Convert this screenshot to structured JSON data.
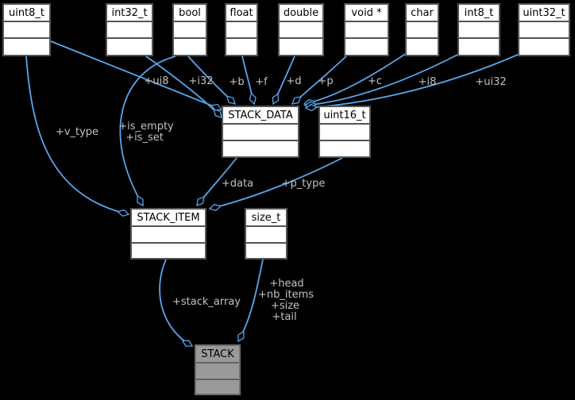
{
  "diagram": {
    "type": "uml-collaboration-graph",
    "background_color": "#000000",
    "edge_color": "#58a6ec",
    "edge_label_color": "#c2c2c2",
    "node_fill": "#ffffff",
    "node_border": "#545454",
    "node_text_color": "#000000",
    "highlight_node_fill": "#9a9a9a",
    "relationship_marker": "open-diamond-aggregation"
  },
  "nodes": [
    {
      "label": "uint8_t"
    },
    {
      "label": "int32_t"
    },
    {
      "label": "bool"
    },
    {
      "label": "float"
    },
    {
      "label": "double"
    },
    {
      "label": "void *"
    },
    {
      "label": "char"
    },
    {
      "label": "int8_t"
    },
    {
      "label": "uint32_t"
    },
    {
      "label": "STACK_DATA"
    },
    {
      "label": "uint16_t"
    },
    {
      "label": "STACK_ITEM"
    },
    {
      "label": "size_t"
    },
    {
      "label": "STACK"
    }
  ],
  "edges": [
    {
      "from": "uint8_t",
      "to": "STACK_DATA",
      "labels": [
        "+ui8"
      ]
    },
    {
      "from": "int32_t",
      "to": "STACK_DATA",
      "labels": [
        "+i32"
      ]
    },
    {
      "from": "bool",
      "to": "STACK_DATA",
      "labels": [
        "+b"
      ]
    },
    {
      "from": "float",
      "to": "STACK_DATA",
      "labels": [
        "+f"
      ]
    },
    {
      "from": "double",
      "to": "STACK_DATA",
      "labels": [
        "+d"
      ]
    },
    {
      "from": "void *",
      "to": "STACK_DATA",
      "labels": [
        "+p"
      ]
    },
    {
      "from": "char",
      "to": "STACK_DATA",
      "labels": [
        "+c"
      ]
    },
    {
      "from": "int8_t",
      "to": "STACK_DATA",
      "labels": [
        "+i8"
      ]
    },
    {
      "from": "uint32_t",
      "to": "STACK_DATA",
      "labels": [
        "+ui32"
      ]
    },
    {
      "from": "uint8_t",
      "to": "STACK_ITEM",
      "labels": [
        "+v_type"
      ]
    },
    {
      "from": "bool",
      "to": "STACK_ITEM",
      "labels": [
        "+is_empty",
        "+is_set"
      ]
    },
    {
      "from": "STACK_DATA",
      "to": "STACK_ITEM",
      "labels": [
        "+data"
      ]
    },
    {
      "from": "uint16_t",
      "to": "STACK_ITEM",
      "labels": [
        "+p_type"
      ]
    },
    {
      "from": "STACK_ITEM",
      "to": "STACK",
      "labels": [
        "+stack_array"
      ]
    },
    {
      "from": "size_t",
      "to": "STACK",
      "labels": [
        "+head",
        "+nb_items",
        "+size",
        "+tail"
      ]
    }
  ]
}
